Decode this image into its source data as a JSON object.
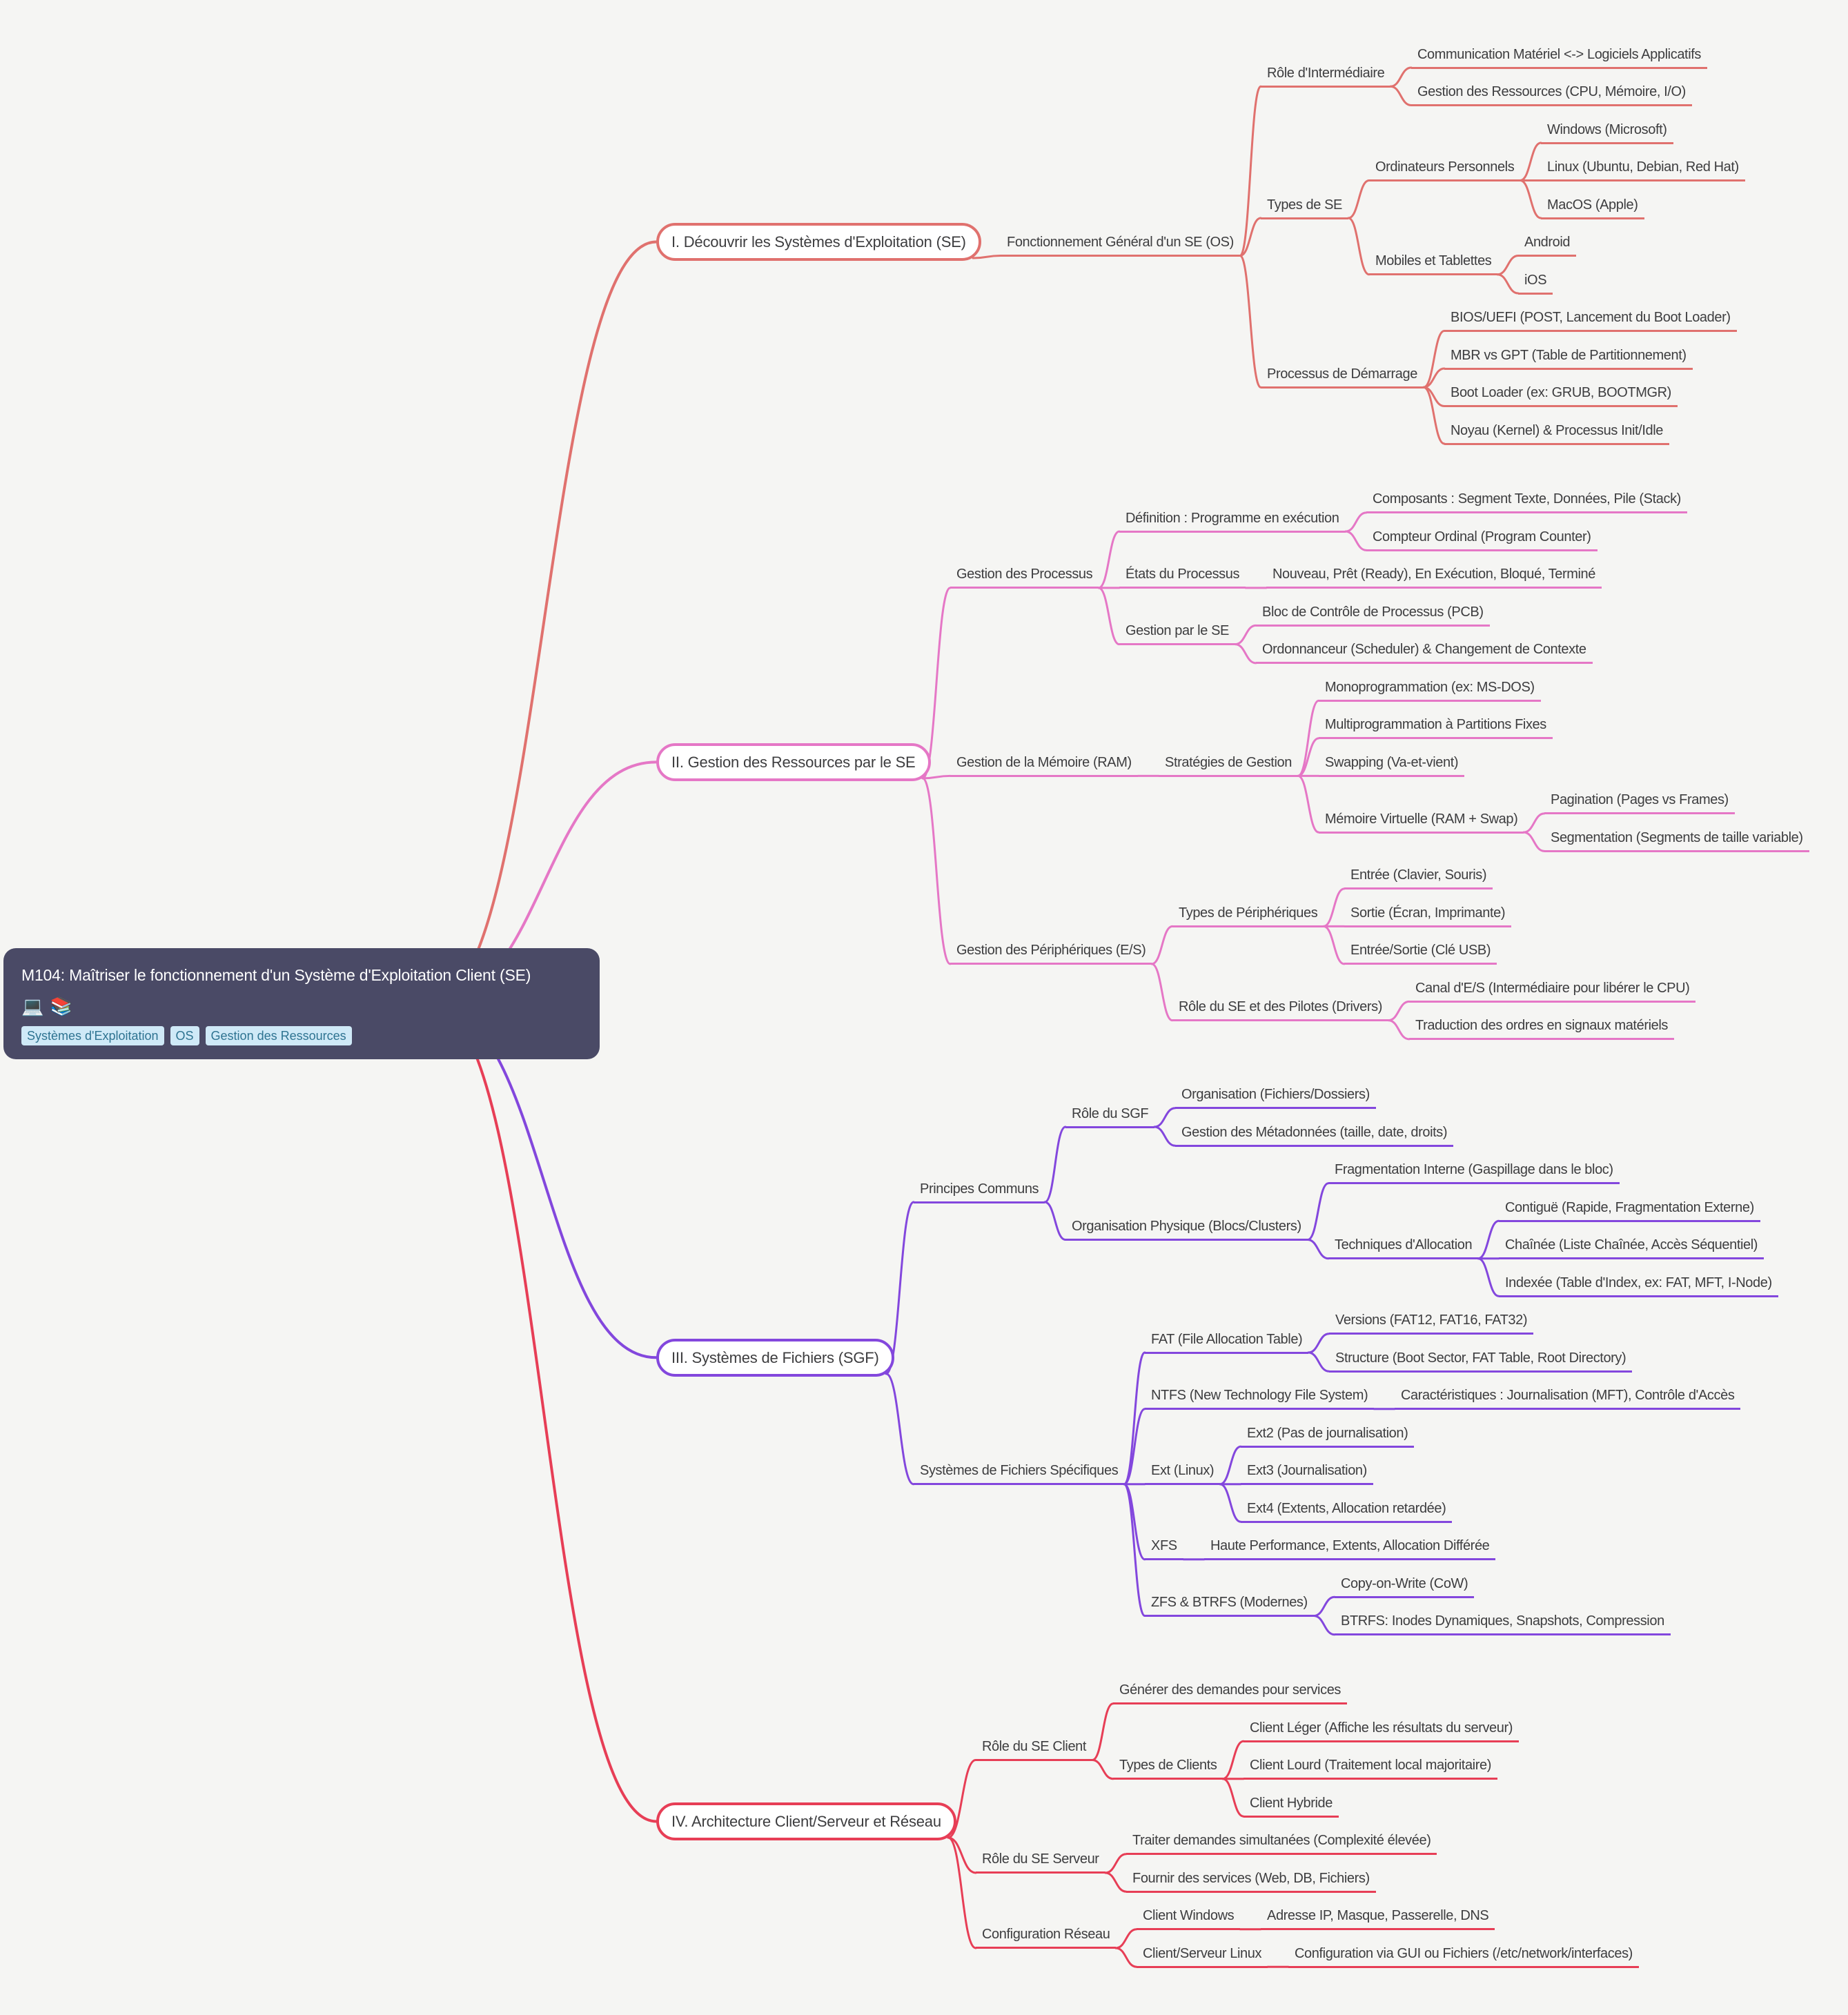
{
  "root": {
    "title": "M104: Maîtriser le fonctionnement d'un Système d'Exploitation Client (SE)",
    "icons": [
      "💻",
      "📚"
    ],
    "tags": [
      "Systèmes d'Exploitation",
      "OS",
      "Gestion des Ressources"
    ]
  },
  "colors": {
    "background": "#f5f5f3",
    "root_card": "#4a4a66",
    "tag_bg": "#cfe9f7",
    "tag_text": "#2e7391",
    "text": "#3d3d3f"
  },
  "branches": [
    {
      "label": "I. Découvrir les Systèmes d'Exploitation (SE)",
      "color": "#e0716e",
      "children": [
        {
          "label": "Fonctionnement Général d'un SE (OS)",
          "children": [
            {
              "label": "Rôle d'Intermédiaire",
              "children": [
                {
                  "label": "Communication Matériel <-> Logiciels Applicatifs"
                },
                {
                  "label": "Gestion des Ressources (CPU, Mémoire, I/O)"
                }
              ]
            },
            {
              "label": "Types de SE",
              "children": [
                {
                  "label": "Ordinateurs Personnels",
                  "children": [
                    {
                      "label": "Windows (Microsoft)"
                    },
                    {
                      "label": "Linux (Ubuntu, Debian, Red Hat)"
                    },
                    {
                      "label": "MacOS (Apple)"
                    }
                  ]
                },
                {
                  "label": "Mobiles et Tablettes",
                  "children": [
                    {
                      "label": "Android"
                    },
                    {
                      "label": "iOS"
                    }
                  ]
                }
              ]
            },
            {
              "label": "Processus de Démarrage",
              "children": [
                {
                  "label": "BIOS/UEFI (POST, Lancement du Boot Loader)"
                },
                {
                  "label": "MBR vs GPT (Table de Partitionnement)"
                },
                {
                  "label": "Boot Loader (ex: GRUB, BOOTMGR)"
                },
                {
                  "label": "Noyau (Kernel) & Processus Init/Idle"
                }
              ]
            }
          ]
        }
      ]
    },
    {
      "label": "II. Gestion des Ressources par le SE",
      "color": "#e577c6",
      "children": [
        {
          "label": "Gestion des Processus",
          "children": [
            {
              "label": "Définition : Programme en exécution",
              "children": [
                {
                  "label": "Composants : Segment Texte, Données, Pile (Stack)"
                },
                {
                  "label": "Compteur Ordinal (Program Counter)"
                }
              ]
            },
            {
              "label": "États du Processus",
              "children": [
                {
                  "label": "Nouveau, Prêt (Ready), En Exécution, Bloqué, Terminé"
                }
              ]
            },
            {
              "label": "Gestion par le SE",
              "children": [
                {
                  "label": "Bloc de Contrôle de Processus (PCB)"
                },
                {
                  "label": "Ordonnanceur (Scheduler) & Changement de Contexte"
                }
              ]
            }
          ]
        },
        {
          "label": "Gestion de la Mémoire (RAM)",
          "children": [
            {
              "label": "Stratégies de Gestion",
              "children": [
                {
                  "label": "Monoprogrammation (ex: MS-DOS)"
                },
                {
                  "label": "Multiprogrammation à Partitions Fixes"
                },
                {
                  "label": "Swapping (Va-et-vient)"
                },
                {
                  "label": "Mémoire Virtuelle (RAM + Swap)",
                  "children": [
                    {
                      "label": "Pagination (Pages vs Frames)"
                    },
                    {
                      "label": "Segmentation (Segments de taille variable)"
                    }
                  ]
                }
              ]
            }
          ]
        },
        {
          "label": "Gestion des Périphériques (E/S)",
          "children": [
            {
              "label": "Types de Périphériques",
              "children": [
                {
                  "label": "Entrée (Clavier, Souris)"
                },
                {
                  "label": "Sortie (Écran, Imprimante)"
                },
                {
                  "label": "Entrée/Sortie (Clé USB)"
                }
              ]
            },
            {
              "label": "Rôle du SE et des Pilotes (Drivers)",
              "children": [
                {
                  "label": "Canal d'E/S (Intermédiaire pour libérer le CPU)"
                },
                {
                  "label": "Traduction des ordres en signaux matériels"
                }
              ]
            }
          ]
        }
      ]
    },
    {
      "label": "III. Systèmes de Fichiers (SGF)",
      "color": "#8347dd",
      "children": [
        {
          "label": "Principes Communs",
          "children": [
            {
              "label": "Rôle du SGF",
              "children": [
                {
                  "label": "Organisation (Fichiers/Dossiers)"
                },
                {
                  "label": "Gestion des Métadonnées (taille, date, droits)"
                }
              ]
            },
            {
              "label": "Organisation Physique (Blocs/Clusters)",
              "children": [
                {
                  "label": "Fragmentation Interne (Gaspillage dans le bloc)"
                },
                {
                  "label": "Techniques d'Allocation",
                  "children": [
                    {
                      "label": "Contiguë (Rapide, Fragmentation Externe)"
                    },
                    {
                      "label": "Chaînée (Liste Chaînée, Accès Séquentiel)"
                    },
                    {
                      "label": "Indexée (Table d'Index, ex: FAT, MFT, I-Node)"
                    }
                  ]
                }
              ]
            }
          ]
        },
        {
          "label": "Systèmes de Fichiers Spécifiques",
          "children": [
            {
              "label": "FAT (File Allocation Table)",
              "children": [
                {
                  "label": "Versions (FAT12, FAT16, FAT32)"
                },
                {
                  "label": "Structure (Boot Sector, FAT Table, Root Directory)"
                }
              ]
            },
            {
              "label": "NTFS (New Technology File System)",
              "children": [
                {
                  "label": "Caractéristiques : Journalisation (MFT), Contrôle d'Accès"
                }
              ]
            },
            {
              "label": "Ext (Linux)",
              "children": [
                {
                  "label": "Ext2 (Pas de journalisation)"
                },
                {
                  "label": "Ext3 (Journalisation)"
                },
                {
                  "label": "Ext4 (Extents, Allocation retardée)"
                }
              ]
            },
            {
              "label": "XFS",
              "children": [
                {
                  "label": "Haute Performance, Extents, Allocation Différée"
                }
              ]
            },
            {
              "label": "ZFS & BTRFS (Modernes)",
              "children": [
                {
                  "label": "Copy-on-Write (CoW)"
                },
                {
                  "label": "BTRFS: Inodes Dynamiques, Snapshots, Compression"
                }
              ]
            }
          ]
        }
      ]
    },
    {
      "label": "IV. Architecture Client/Serveur et Réseau",
      "color": "#e73e56",
      "children": [
        {
          "label": "Rôle du SE Client",
          "children": [
            {
              "label": "Générer des demandes pour services"
            },
            {
              "label": "Types de Clients",
              "children": [
                {
                  "label": "Client Léger (Affiche les résultats du serveur)"
                },
                {
                  "label": "Client Lourd (Traitement local majoritaire)"
                },
                {
                  "label": "Client Hybride"
                }
              ]
            }
          ]
        },
        {
          "label": "Rôle du SE Serveur",
          "children": [
            {
              "label": "Traiter demandes simultanées (Complexité élevée)"
            },
            {
              "label": "Fournir des services (Web, DB, Fichiers)"
            }
          ]
        },
        {
          "label": "Configuration Réseau",
          "children": [
            {
              "label": "Client Windows",
              "children": [
                {
                  "label": "Adresse IP, Masque, Passerelle, DNS"
                }
              ]
            },
            {
              "label": "Client/Serveur Linux",
              "children": [
                {
                  "label": "Configuration via GUI ou Fichiers (/etc/network/interfaces)"
                }
              ]
            }
          ]
        }
      ]
    }
  ]
}
